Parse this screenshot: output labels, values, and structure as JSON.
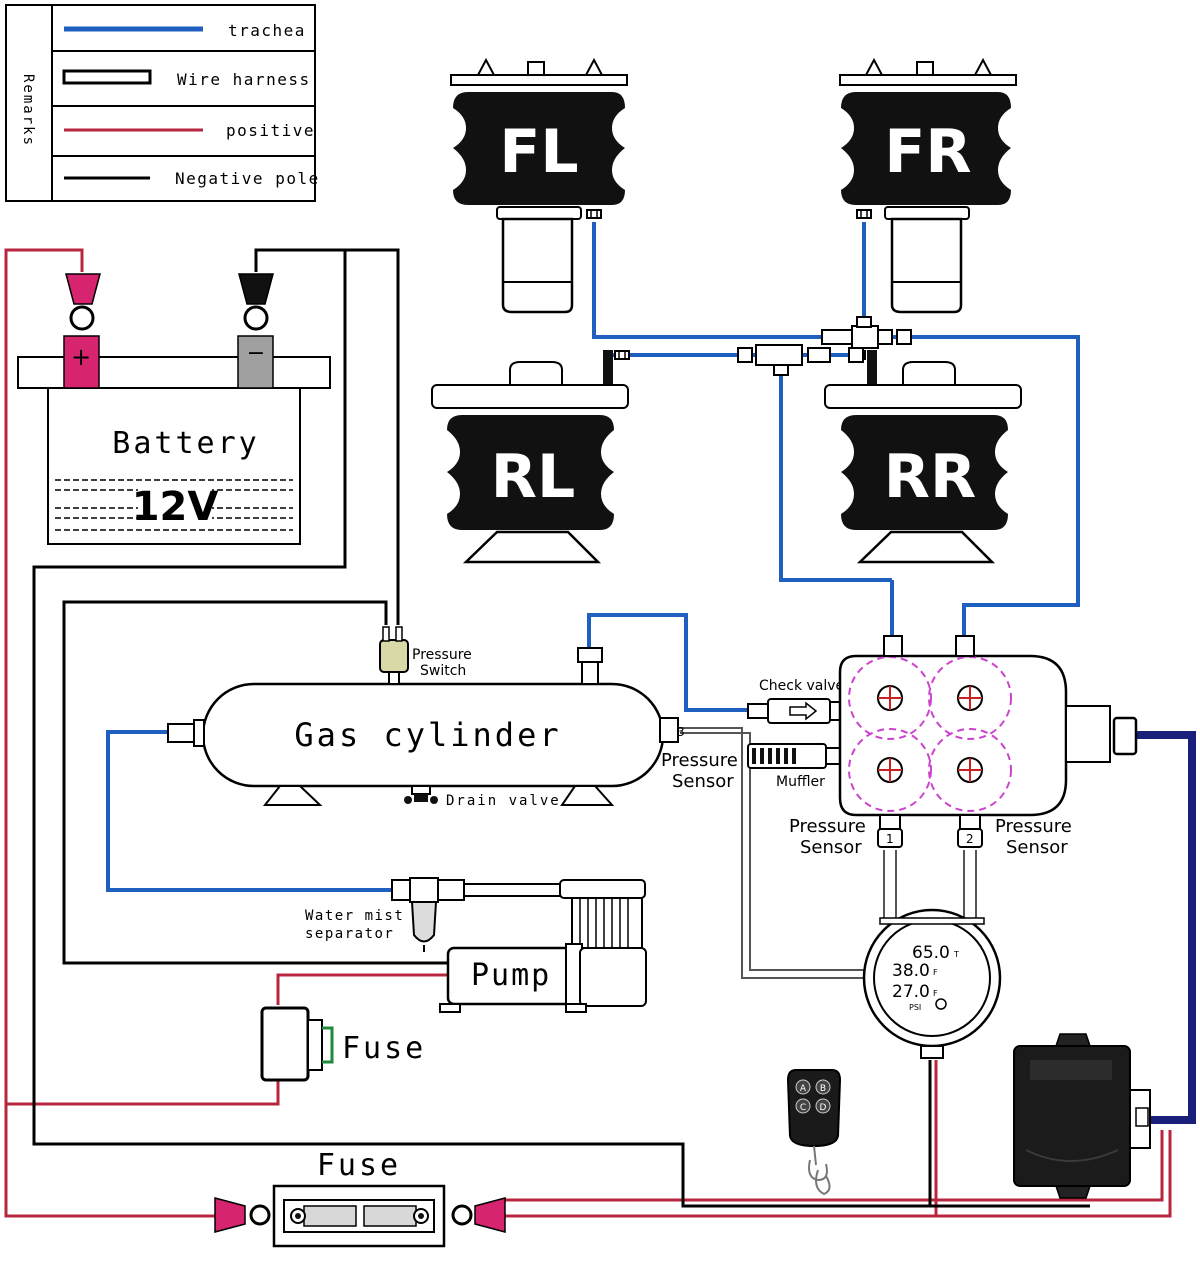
{
  "legend": {
    "side_label": "Remarks",
    "items": [
      {
        "label": "trachea",
        "color": "#1f5fbf"
      },
      {
        "label": "Wire harness",
        "color": "#000000"
      },
      {
        "label": "positive",
        "color": "#b8253f"
      },
      {
        "label": "Negative pole",
        "color": "#000000"
      }
    ]
  },
  "bags": {
    "fl": "FL",
    "fr": "FR",
    "rl": "RL",
    "rr": "RR"
  },
  "battery": {
    "label": "Battery",
    "voltage": "12V",
    "plus": "+",
    "minus": "−"
  },
  "cylinder": {
    "label": "Gas cylinder",
    "drain_valve": "Drain valve",
    "port3": "3"
  },
  "labels": {
    "pressure_switch_1": "Pressure",
    "pressure_switch_2": "Switch",
    "pressure_sensor_a1": "Pressure",
    "pressure_sensor_a2": "Sensor",
    "check_valve": "Check valve",
    "muffler": "Muffler",
    "pressure_sensor_b1": "Pressure",
    "pressure_sensor_b2": "Sensor",
    "pressure_sensor_c1": "Pressure",
    "pressure_sensor_c2": "Sensor",
    "port1": "1",
    "port2": "2",
    "water_mist_1": "Water mist",
    "water_mist_2": "separator",
    "pump": "Pump",
    "fuse_1": "Fuse",
    "fuse_2": "Fuse"
  },
  "gauge": {
    "line1": "65.0",
    "u1": "T",
    "line2": "38.0",
    "u2": "F",
    "line3": "27.0",
    "u3": "F",
    "unit": "PSI"
  },
  "remote": {
    "a": "A",
    "b": "B",
    "c": "C",
    "d": "D"
  },
  "colors": {
    "air": "#1f5fbf",
    "positive": "#b8253f",
    "negative": "#000000",
    "remote_wire": "#1a1f7a",
    "dash": "#cc44cc",
    "fuse_clip": "#1e8a3c",
    "terminal": "#d6246e"
  }
}
